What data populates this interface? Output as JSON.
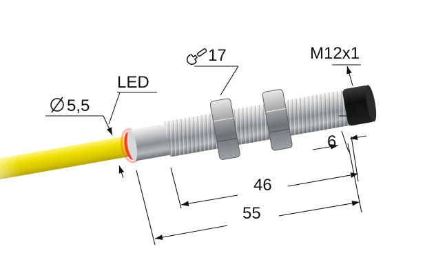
{
  "labels": {
    "led": "LED",
    "cable_diameter": "5,5",
    "wrench_size": "17",
    "thread": "M12x1",
    "sensing_face_length": "6",
    "thread_length": "46",
    "total_length": "55"
  },
  "icons": {
    "diameter": "diameter-icon",
    "wrench": "wrench-icon"
  },
  "colors": {
    "cable": "#e2d200",
    "led_ring": "#ff3a2a",
    "sensor_cap": "#111111",
    "metal": "#b9bcbf"
  }
}
